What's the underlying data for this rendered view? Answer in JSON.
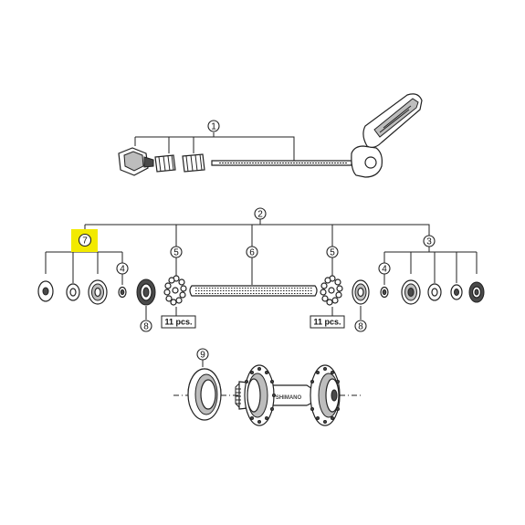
{
  "callouts": {
    "c1": "1",
    "c2": "2",
    "c3": "3",
    "c4_left": "4",
    "c4_right": "4",
    "c5_left": "5",
    "c5_right": "5",
    "c6": "6",
    "c7": "7",
    "c8_left": "8",
    "c8_right": "8",
    "c9": "9"
  },
  "quantity_labels": {
    "left": "11 pcs.",
    "right": "11 pcs."
  },
  "hub_brand": "SHIMANO",
  "highlight_color": "#f2ea00"
}
